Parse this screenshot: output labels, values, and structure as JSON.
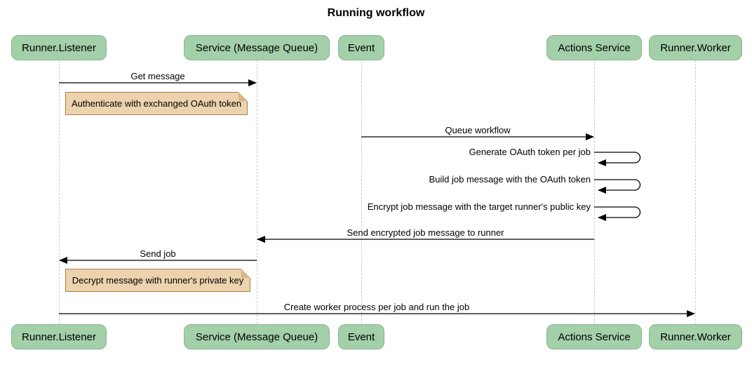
{
  "title": "Running workflow",
  "colors": {
    "background": "#ffffff",
    "actor_fill": "#a3cfa9",
    "actor_border": "#89b590",
    "note_fill": "#edd2ae",
    "note_border": "#aa8045",
    "message_line": "#000000",
    "lifeline": "#c9c9c9",
    "text": "#000000"
  },
  "actors": [
    {
      "label": "Runner.Listener"
    },
    {
      "label": "Service (Message Queue)"
    },
    {
      "label": "Event"
    },
    {
      "label": "Actions Service"
    },
    {
      "label": "Runner.Worker"
    }
  ],
  "messages": [
    {
      "label": "Get message",
      "from": "Runner.Listener",
      "to": "Service (Message Queue)",
      "type": "solid-arrow",
      "direction": "right"
    },
    {
      "label": "Queue workflow",
      "from": "Event",
      "to": "Actions Service",
      "type": "solid-arrow",
      "direction": "right"
    },
    {
      "label": "Generate OAuth token per job",
      "from": "Actions Service",
      "to": "Actions Service",
      "type": "self",
      "direction": "self"
    },
    {
      "label": "Build job message with the OAuth token",
      "from": "Actions Service",
      "to": "Actions Service",
      "type": "self",
      "direction": "self"
    },
    {
      "label": "Encrypt job message with the target runner's public key",
      "from": "Actions Service",
      "to": "Actions Service",
      "type": "self",
      "direction": "self"
    },
    {
      "label": "Send encrypted job message to runner",
      "from": "Actions Service",
      "to": "Service (Message Queue)",
      "type": "solid-arrow",
      "direction": "left"
    },
    {
      "label": "Send job",
      "from": "Service (Message Queue)",
      "to": "Runner.Listener",
      "type": "solid-arrow",
      "direction": "left"
    },
    {
      "label": "Create worker process per job and run the job",
      "from": "Runner.Listener",
      "to": "Runner.Worker",
      "type": "solid-arrow",
      "direction": "right"
    }
  ],
  "notes": [
    {
      "label": "Authenticate with exchanged OAuth token",
      "anchor": "Runner.Listener"
    },
    {
      "label": "Decrypt message with runner's private key",
      "anchor": "Runner.Listener"
    }
  ]
}
